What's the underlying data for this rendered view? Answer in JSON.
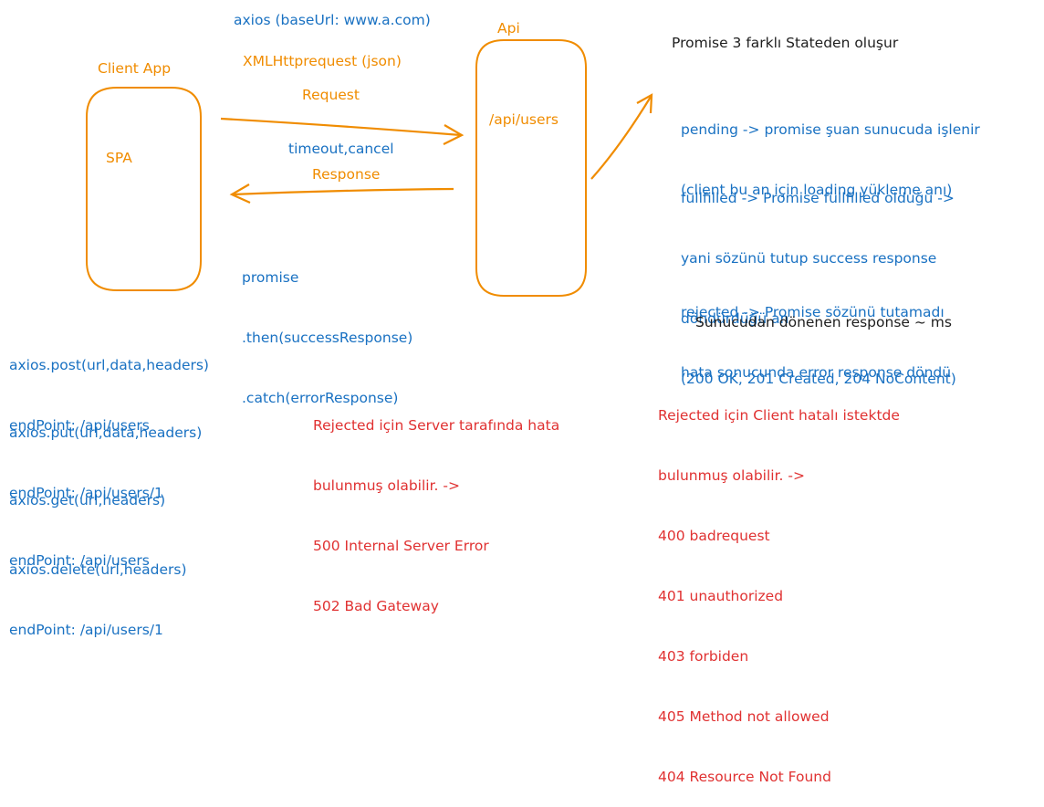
{
  "colors": {
    "blue": "#1971c2",
    "orange": "#f08c00",
    "red": "#e03131",
    "black": "#1e1e1e"
  },
  "top": {
    "axios": "axios (baseUrl: www.a.com)",
    "xhr": "XMLHttprequest (json)",
    "request": "Request",
    "timeout": "timeout,cancel",
    "response": "Response"
  },
  "client": {
    "title": "Client App",
    "inner": "SPA"
  },
  "api": {
    "title": "Api",
    "inner": "/api/users"
  },
  "promise_chain": [
    "promise",
    ".then(successResponse)",
    ".catch(errorResponse)"
  ],
  "states": {
    "heading": "Promise 3 farklı Stateden oluşur",
    "pending": [
      "pending -> promise şuan sunucuda işlenir",
      "(client bu an için loading yükleme anı)"
    ],
    "fulfilled": [
      "fullfilled -> Promise fullfilled olduğu ->",
      "yani sözünü tutup success response",
      "döndürdüğü an",
      "(200 OK, 201 Created, 204 NoContent)"
    ],
    "rejected": [
      "rejected -> Promise sözünü tutamadı",
      "hata sonucunda error response döndü"
    ],
    "timing": "Sunucudan dönenen response ~ ms"
  },
  "methods": [
    {
      "call": "axios.post(url,data,headers)",
      "endpoint": "endPoint: /api/users"
    },
    {
      "call": "axios.put(url,data,headers)",
      "endpoint": "endPoint: /api/users/1"
    },
    {
      "call": "axios.get(url,headers)",
      "endpoint": "endPoint: /api/users"
    },
    {
      "call": "axios.delete(url,headers)",
      "endpoint": "endPoint: /api/users/1"
    }
  ],
  "server_errors": [
    "Rejected için Server tarafında hata",
    "bulunmuş olabilir. ->",
    "500 Internal Server Error",
    "502 Bad Gateway"
  ],
  "client_errors": [
    "Rejected için Client hatalı istektde",
    "bulunmuş olabilir. ->",
    "400 badrequest",
    "401 unauthorized",
    "403 forbiden",
    "405 Method not allowed",
    "404 Resource Not Found"
  ]
}
